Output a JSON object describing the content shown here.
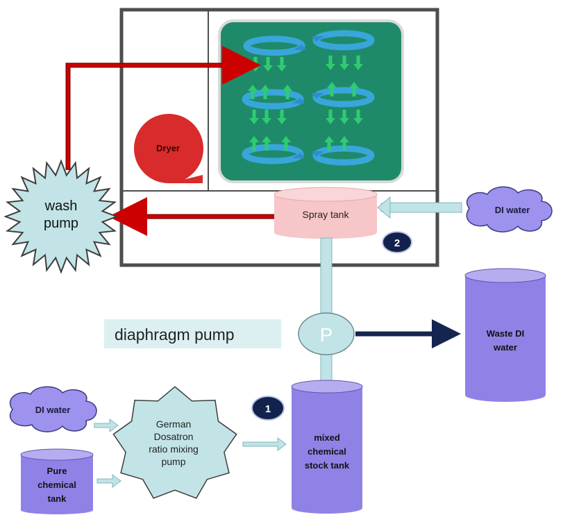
{
  "labels": {
    "dryer": "Dryer",
    "wash_pump_1": "wash",
    "wash_pump_2": "pump",
    "spray_tank": "Spray tank",
    "di_water_top": "DI water",
    "di_water_bottom": "DI water",
    "pump_p": "P",
    "diaphragm_pump": "diaphragm pump",
    "waste_1": "Waste DI",
    "waste_2": "water",
    "mixed_1": "mixed",
    "mixed_2": "chemical",
    "mixed_3": "stock tank",
    "dosatron_1": "German",
    "dosatron_2": "Dosatron",
    "dosatron_3": "ratio mixing",
    "dosatron_4": "pump",
    "pure_1": "Pure",
    "pure_2": "chemical",
    "pure_3": "tank",
    "step_1": "1",
    "step_2": "2"
  },
  "colors": {
    "red_line": "#cc0000",
    "wash_area": "#1f8a6a",
    "swirl": "#3ba8e0",
    "down_arrow": "#2ecc71",
    "pipe": "#bfe3e6",
    "tank_purple": "#8f82e6",
    "cloud": "#9d92ee",
    "dryer": "#d92b2b",
    "spray_tank": "#f6c6c8",
    "pump_circle": "#c2e4e7",
    "diaphragm_box": "#dcf0f2",
    "badge": "#13224d",
    "navy_arrow": "#14254f"
  }
}
